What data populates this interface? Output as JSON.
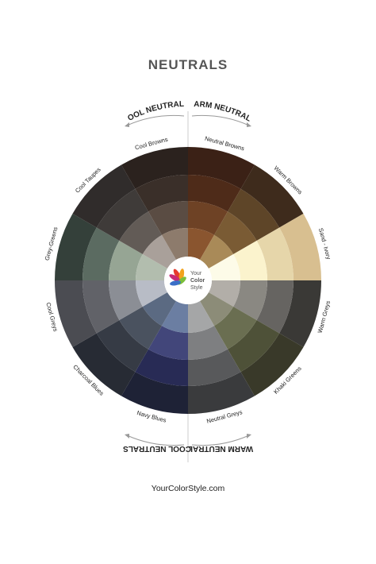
{
  "title": "NEUTRALS",
  "footer": "YourColorStyle.com",
  "logo": {
    "line1": "Your",
    "line2": "Color",
    "line3": "Style"
  },
  "sides": {
    "top_left": "COOL NEUTRALS",
    "top_right": "WARM NEUTRALS",
    "bottom_left": "COOL NEUTRALS",
    "bottom_right": "WARM NEUTRAL"
  },
  "segments": [
    {
      "name": "Neutral Browns",
      "colors": [
        "#3b2116",
        "#4e2b19",
        "#6e4225",
        "#8a552f"
      ]
    },
    {
      "name": "Warm Browns",
      "colors": [
        "#3e2b1c",
        "#5e4528",
        "#7a5b34",
        "#a98a58"
      ]
    },
    {
      "name": "Sand - Ivory",
      "colors": [
        "#d8bf90",
        "#e6d6aa",
        "#fbf3cd",
        "#fdfbe8"
      ]
    },
    {
      "name": "Warm Greys",
      "colors": [
        "#3a3936",
        "#666461",
        "#8a8882",
        "#b2aea8"
      ]
    },
    {
      "name": "Khaki Greens",
      "colors": [
        "#393929",
        "#4e5138",
        "#6a6e51",
        "#8c8c78"
      ]
    },
    {
      "name": "Neutral Greys",
      "colors": [
        "#3a3b3d",
        "#58595b",
        "#7e7f81",
        "#a5a6a7"
      ]
    },
    {
      "name": "Navy Blues",
      "colors": [
        "#1e2236",
        "#282b55",
        "#42467a",
        "#6b7ea2"
      ]
    },
    {
      "name": "Charcoal Blues",
      "colors": [
        "#272b34",
        "#363b45",
        "#4a525f",
        "#5b6a82"
      ]
    },
    {
      "name": "Cool Greys",
      "colors": [
        "#4b4c52",
        "#616268",
        "#8b8e95",
        "#b8bcc6"
      ]
    },
    {
      "name": "Grey-Greens",
      "colors": [
        "#34403a",
        "#5b6b61",
        "#96a594",
        "#b2bdae"
      ]
    },
    {
      "name": "Cool Taupes",
      "colors": [
        "#302c2b",
        "#3f3b39",
        "#625b56",
        "#a9a09a"
      ]
    },
    {
      "name": "Cool Browns",
      "colors": [
        "#2b221e",
        "#3a2f29",
        "#5a4c43",
        "#8d7b6c"
      ]
    }
  ],
  "colors": {
    "title": "#555555",
    "divider": "#cccccc",
    "arrow": "#999999",
    "label": "#222222"
  }
}
